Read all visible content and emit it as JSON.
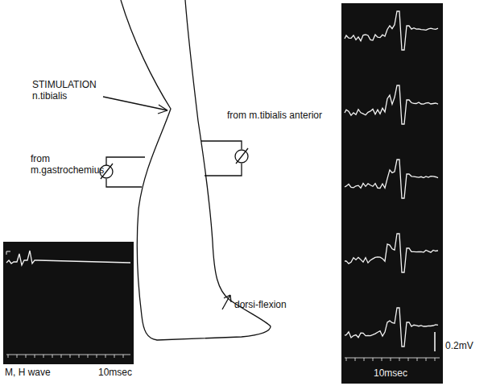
{
  "diagram": {
    "nodes": [
      {
        "text": [
          "M, H wave",
          "10msec"
        ]
      },
      {
        "text": [
          "10msec"
        ]
      }
    ],
    "labels": [
      "STIMULATION n.tibialis",
      "from m.gastrochemius",
      "from m.tibialis anterior",
      "dorsi-flexion",
      "0.2mV"
    ]
  }
}
